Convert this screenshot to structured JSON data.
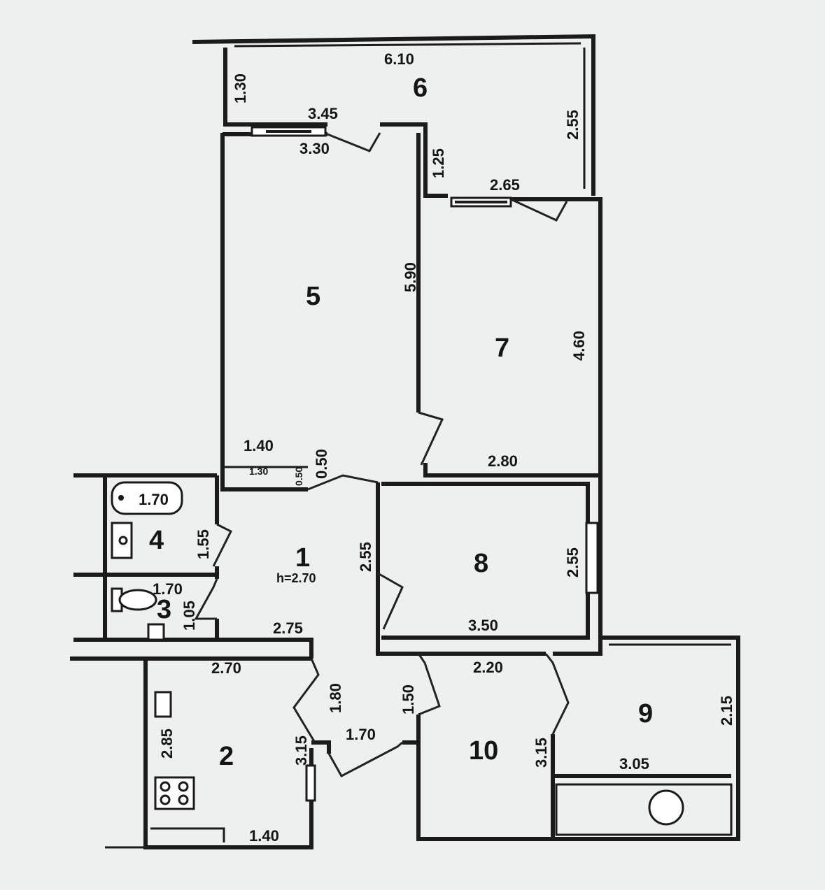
{
  "colors": {
    "paper": "#eef0ef",
    "ink": "#1b1b1b"
  },
  "rooms": {
    "r1": "1",
    "r2": "2",
    "r3": "3",
    "r4": "4",
    "r5": "5",
    "r6": "6",
    "r7": "7",
    "r8": "8",
    "r9": "9",
    "r10": "10"
  },
  "ceiling_height": "h=2.70",
  "dims": {
    "d610": "6.10",
    "d130": "1.30",
    "d345": "3.45",
    "d330": "3.30",
    "d125": "1.25",
    "d255a": "2.55",
    "d265": "2.65",
    "d590": "5.90",
    "d460": "4.60",
    "d280": "2.80",
    "d140a": "1.40",
    "d130s": "1.30",
    "d050a": "0.50",
    "d050s": "0.50",
    "d170a": "1.70",
    "d155": "1.55",
    "d255b": "2.55",
    "d255c": "2.55",
    "d170b": "1.70",
    "d105": "1.05",
    "d275": "2.75",
    "d350": "3.50",
    "d270": "2.70",
    "d220": "2.20",
    "d180": "1.80",
    "d150": "1.50",
    "d215": "2.15",
    "d285": "2.85",
    "d315a": "3.15",
    "d170c": "1.70",
    "d315b": "3.15",
    "d305": "3.05",
    "d140b": "1.40"
  }
}
